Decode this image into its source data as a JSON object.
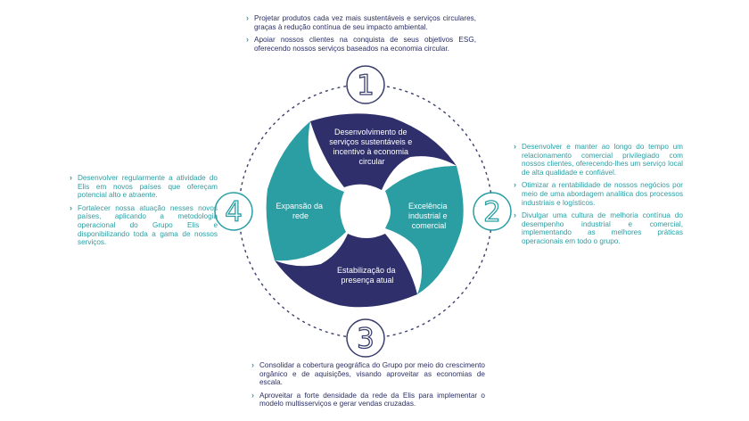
{
  "diagram": {
    "numbers": [
      "1",
      "2",
      "3",
      "4"
    ],
    "segments": [
      {
        "id": "top",
        "lines": [
          "Desenvolvimento de",
          "serviços sustentáveis e",
          "incentivo à economia",
          "circular"
        ],
        "color": "#2e2f6b"
      },
      {
        "id": "right",
        "lines": [
          "Excelência",
          "industrial e",
          "comercial"
        ],
        "color": "#2a9ea3"
      },
      {
        "id": "bottom",
        "lines": [
          "Estabilização da",
          "presença atual"
        ],
        "color": "#2e2f6b"
      },
      {
        "id": "left",
        "lines": [
          "Expansão da",
          "rede"
        ],
        "color": "#2a9ea3"
      }
    ],
    "colors": {
      "navy": "#2e2f6b",
      "teal": "#2a9ea3",
      "ring": "#3b3f6d"
    }
  },
  "blocks": {
    "b1": {
      "items": [
        "Projetar produtos cada vez mais sustentáveis e serviços circulares, graças à redução contínua de seu impacto ambiental.",
        "Apoiar nossos clientes na conquista de seus objetivos ESG, oferecendo nossos serviços baseados na economia circular."
      ]
    },
    "b2": {
      "items": [
        "Desenvolver e manter ao longo do tempo um relacionamento comercial privilegiado com nossos clientes, oferecendo-lhes um serviço local de alta qualidade e confiável.",
        "Otimizar a rentabilidade de nossos negócios por meio de uma abordagem analítica dos processos industriais e logísticos.",
        "Divulgar uma cultura de melhoria contínua do desempenho industrial e comercial, implementando as melhores práticas operacionais em todo o grupo."
      ]
    },
    "b3": {
      "items": [
        "Consolidar a cobertura geográfica do Grupo por meio do crescimento orgânico e de aquisições, visando aproveitar as economias de escala.",
        "Aproveitar a forte densidade da rede da Elis para implementar o modelo multisserviços e gerar vendas cruzadas."
      ]
    },
    "b4": {
      "items": [
        "Desenvolver regularmente a atividade do Elis em novos países que ofereçam potencial alto e atraente.",
        "Fortalecer nossa atuação nesses novos países, aplicando a metodologia operacional do Grupo Elis e disponibilizando toda a gama de nossos serviços."
      ]
    }
  }
}
